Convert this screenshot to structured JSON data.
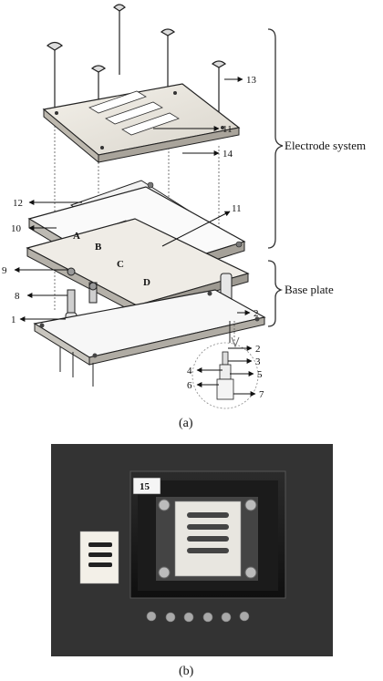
{
  "part_labels": [
    "1",
    "2",
    "3",
    "4",
    "5",
    "6",
    "7",
    "8",
    "9",
    "10",
    "11",
    "12",
    "13",
    "14",
    "15"
  ],
  "region_letters": [
    "A",
    "B",
    "C",
    "D"
  ],
  "group_labels": {
    "electrode": "Electrode system",
    "base": "Base plate"
  },
  "captions": {
    "a": "(a)",
    "b": "(b)"
  },
  "photo_tag": "15"
}
